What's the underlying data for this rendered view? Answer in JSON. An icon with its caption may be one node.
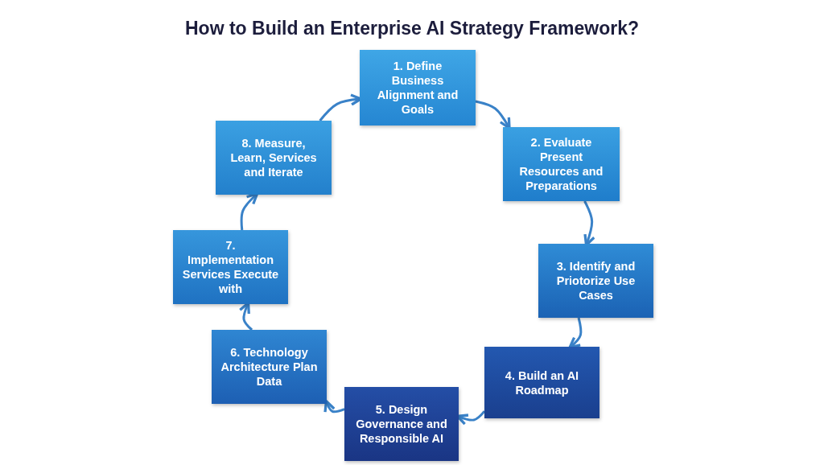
{
  "diagram": {
    "title": "How to Build an Enterprise AI Strategy Framework?",
    "nodes": [
      {
        "text": [
          "1. Define Business Alignment and Goals"
        ]
      },
      {
        "text": [
          "2. Evaluate Present Resources and Preparations"
        ]
      },
      {
        "text": [
          "3. Identify and Priotorize Use Cases"
        ]
      },
      {
        "text": [
          "4. Build an AI Roadmap"
        ]
      },
      {
        "text": [
          "5. Design Governance and Responsible AI"
        ]
      },
      {
        "text": [
          "6. Technology Architecture Plan Data"
        ]
      },
      {
        "text": [
          "7. Implementation Services Execute with"
        ]
      },
      {
        "text": [
          "8. Measure, Learn, Services and Iterate"
        ]
      }
    ],
    "edges": [
      {
        "from": 0,
        "to": 1,
        "arrow": "to"
      },
      {
        "from": 1,
        "to": 2,
        "arrow": "to"
      },
      {
        "from": 2,
        "to": 3,
        "arrow": "to"
      },
      {
        "from": 3,
        "to": 4,
        "arrow": "to"
      },
      {
        "from": 4,
        "to": 5,
        "arrow": "to"
      },
      {
        "from": 5,
        "to": 6,
        "arrow": "to"
      },
      {
        "from": 6,
        "to": 7,
        "arrow": "to"
      },
      {
        "from": 7,
        "to": 0,
        "arrow": "to"
      }
    ]
  }
}
